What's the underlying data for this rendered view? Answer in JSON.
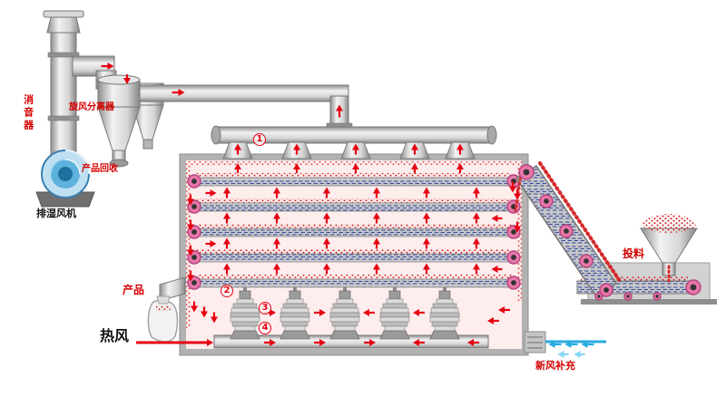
{
  "diagram": {
    "labels": {
      "silencer": "消音器",
      "dehumid_fan": "排湿风机",
      "cyclone_separator": "旋风分离器",
      "product_recovery": "产品回收",
      "product_out": "产品",
      "hot_air": "热风",
      "feeding": "投料",
      "fresh_air_supplement": "新风补充"
    },
    "markers": {
      "m1": "1",
      "m2": "2",
      "m3": "3",
      "m4": "4"
    },
    "colors": {
      "label_red": "#d60000",
      "hot_air_red": "#e60012",
      "fresh_air_blue": "#29abe2",
      "fresh_air_light": "#85d6f2",
      "chamber_pink": "#fdeded",
      "material_red": "#d42a2a",
      "belt_blue": "#3c50a0",
      "metal_gray": "#b2b2b2",
      "fan_blue": "#5db2dd"
    }
  }
}
